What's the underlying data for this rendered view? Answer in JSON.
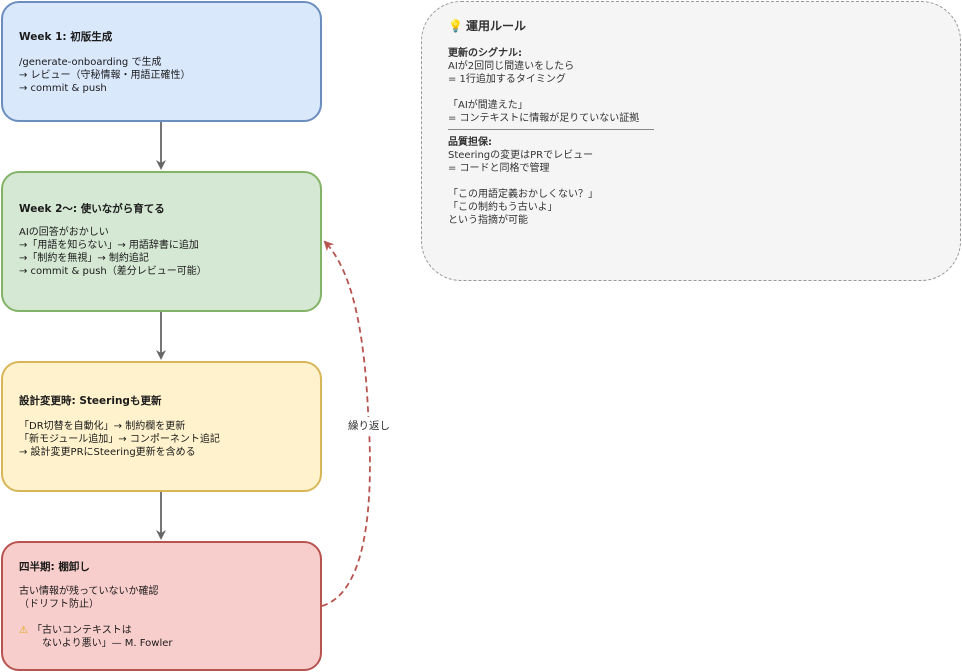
{
  "stages": [
    {
      "title": "Week 1: 初版生成",
      "lines": [
        "/generate-onboarding で生成",
        "→ レビュー（守秘情報・用語正確性）",
        "→ commit & push"
      ]
    },
    {
      "title": "Week 2〜: 使いながら育てる",
      "lines": [
        "AIの回答がおかしい",
        "→「用語を知らない」→ 用語辞書に追加",
        "→「制約を無視」→ 制約追記",
        "→ commit & push（差分レビュー可能）"
      ]
    },
    {
      "title": "設計変更時: Steeringも更新",
      "lines": [
        "「DR切替を自動化」→ 制約欄を更新",
        "「新モジュール追加」→ コンポーネント追記",
        "→ 設計変更PRにSteering更新を含める"
      ]
    },
    {
      "title": "四半期: 棚卸し",
      "lines": [
        "古い情報が残っていないか確認",
        "（ドリフト防止）"
      ],
      "quote_lines": [
        "「古いコンテキストは",
        "ないより悪い」— M. Fowler"
      ],
      "quote_icon": "warning-icon"
    }
  ],
  "loop_label": "繰り返し",
  "rules": {
    "icon": "lightbulb-icon",
    "title": "運用ルール",
    "signal_heading": "更新のシグナル:",
    "signal_lines": [
      "AIが2回同じ間違いをしたら",
      "= 1行追加するタイミング"
    ],
    "signal_lines2": [
      "「AIが間違えた」",
      "= コンテキストに情報が足りていない証拠"
    ],
    "quality_heading": "品質担保:",
    "quality_lines": [
      "Steeringの変更はPRでレビュー",
      "= コードと同格で管理"
    ],
    "quality_lines2": [
      "「この用語定義おかしくない？」",
      "「この制約もう古いよ」",
      "という指摘が可能"
    ]
  },
  "colors": {
    "arrow": "#666666",
    "loop_arrow": "#b85450"
  }
}
